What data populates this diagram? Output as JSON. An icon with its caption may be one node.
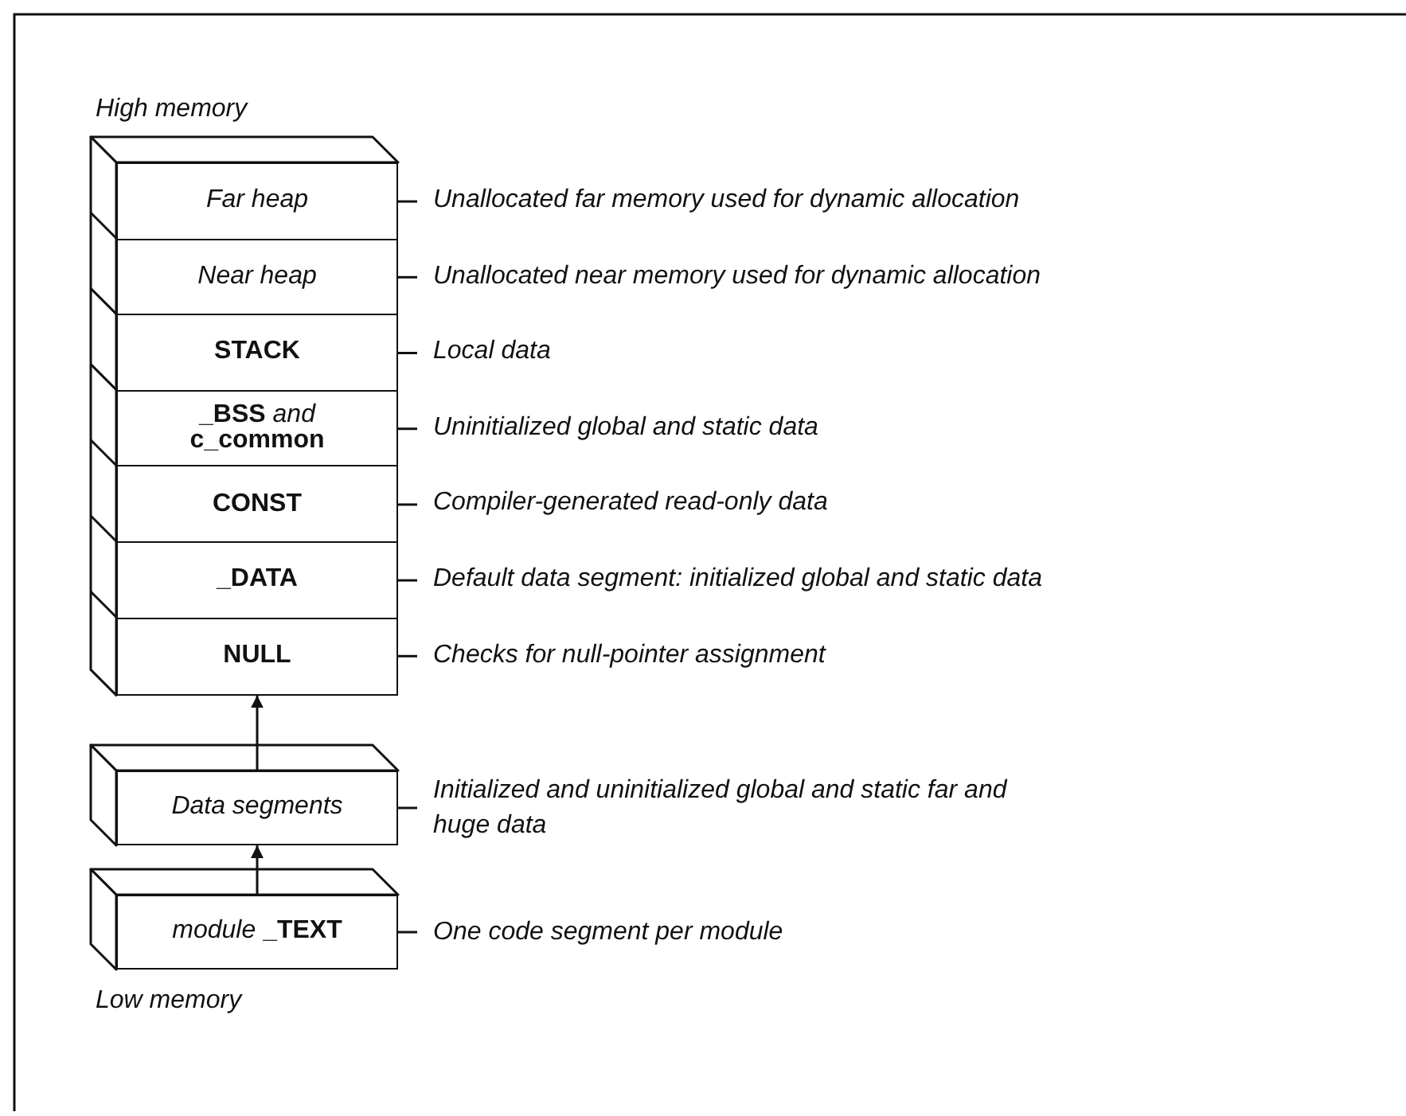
{
  "diagram": {
    "nodes": [
      {
        "text": [
          "Far heap"
        ]
      },
      {
        "text": [
          "Unallocated far memory used for dynamic allocation"
        ]
      },
      {
        "text": [
          "Near heap"
        ]
      },
      {
        "text": [
          "Unallocated near memory used for dynamic allocation"
        ]
      },
      {
        "text": [
          "STACK"
        ]
      },
      {
        "text": [
          "Local data"
        ]
      },
      {
        "text": [
          "**_BSS** *and* **c_common**"
        ]
      },
      {
        "text": [
          "Uninitialized global and static data"
        ]
      },
      {
        "text": [
          "CONST"
        ]
      },
      {
        "text": [
          "Compiler-generated read-only data"
        ]
      },
      {
        "text": [
          "_DATA"
        ]
      },
      {
        "text": [
          "Default data segment: initialized global and static data"
        ]
      },
      {
        "text": [
          "NULL"
        ]
      },
      {
        "text": [
          "Checks for null-pointer assignment"
        ]
      },
      {
        "text": [
          "Data segments"
        ]
      },
      {
        "text": [
          "Initialized and uninitialized global and static far and huge data"
        ]
      },
      {
        "text": [
          "*module* **_TEXT**"
        ]
      },
      {
        "text": [
          "One code segment per module"
        ]
      }
    ],
    "edges": [
      {
        "from": 0,
        "to": 1,
        "arrow": "none"
      },
      {
        "from": 2,
        "to": 3,
        "arrow": "none"
      },
      {
        "from": 4,
        "to": 5,
        "arrow": "none"
      },
      {
        "from": 6,
        "to": 7,
        "arrow": "none"
      },
      {
        "from": 8,
        "to": 9,
        "arrow": "none"
      },
      {
        "from": 10,
        "to": 11,
        "arrow": "none"
      },
      {
        "from": 12,
        "to": 13,
        "arrow": "none"
      },
      {
        "from": 14,
        "to": 15,
        "arrow": "none"
      },
      {
        "from": 16,
        "to": 17,
        "arrow": "none"
      },
      {
        "from": 14,
        "to": 12,
        "arrow": "to"
      },
      {
        "from": 16,
        "to": 14,
        "arrow": "to"
      }
    ],
    "labels": [
      "High memory",
      "Low memory"
    ]
  }
}
